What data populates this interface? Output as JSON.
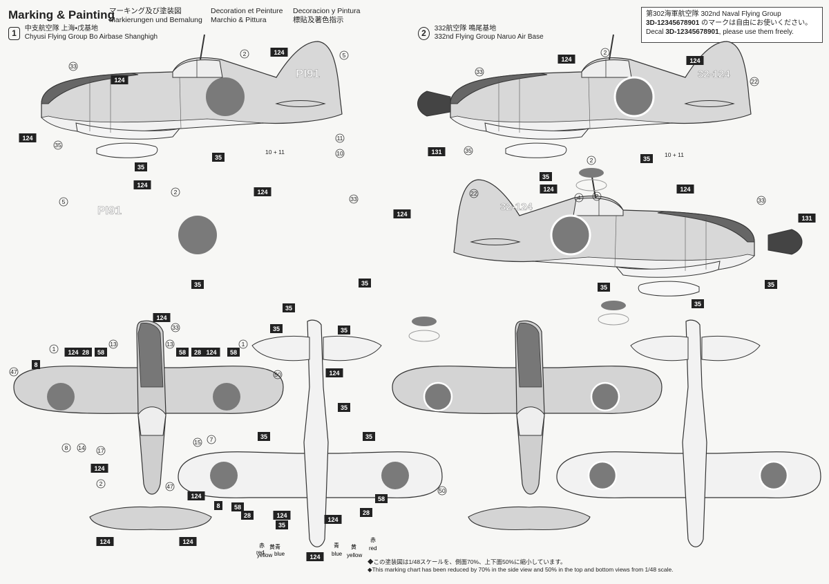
{
  "header": {
    "title": "Marking & Painting",
    "languages": [
      [
        "マーキング及び塗装図",
        "Markierungen und Bemalung"
      ],
      [
        "Decoration et Peinture",
        "Marchio & Pittura"
      ],
      [
        "Decoracion y Pintura",
        "標貼及著色指示"
      ]
    ]
  },
  "schemes": [
    {
      "number": "1",
      "jp": "中支航空隊 上海•戊基地",
      "en": "Chyusi Flying Group Bo Airbase Shanghigh",
      "code": "PI91"
    },
    {
      "number": "2",
      "jp": "332航空隊 鳴尾基地",
      "en": "332nd Flying Group Naruo Air Base",
      "code": "32-124"
    }
  ],
  "decal_box": {
    "line1": "第302海軍航空隊  302nd Naval Flying Group",
    "serial": "3D-12345678901",
    "line2_suffix": " のマークは自由にお使いください。",
    "line3_prefix": "Decal ",
    "line3_suffix": ", please use them freely."
  },
  "colors": {
    "red": "赤",
    "red_en": "red",
    "yellow": "黄",
    "yellow_en": "yellow",
    "blue": "青",
    "blue_en": "blue"
  },
  "footnotes": [
    "◆この塗装図は1/48スケールを、側面70%、上下面50%に縮小しています。",
    "◆This marking chart has been reduced by 70% in the side view and 50% in the top and bottom views from 1/48 scale."
  ],
  "palette": {
    "hinomaru": "#7a7a7a",
    "dark": "#555555",
    "gray": "#cfcfcf",
    "light": "#ececec"
  }
}
